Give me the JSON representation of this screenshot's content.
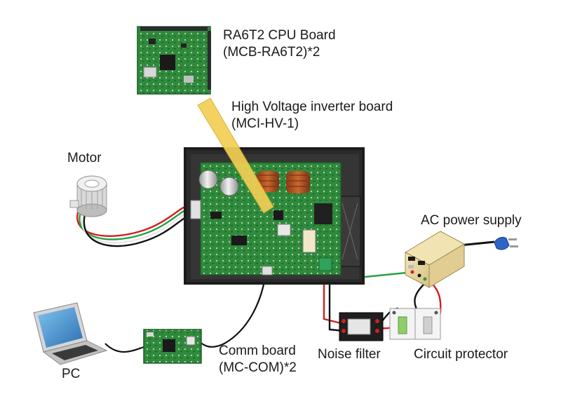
{
  "labels": {
    "cpu_board": {
      "line1": "RA6T2 CPU Board",
      "line2": "(MCB-RA6T2)*2"
    },
    "inverter_board": {
      "line1": "High Voltage inverter board",
      "line2": "(MCI-HV-1)"
    },
    "motor": "Motor",
    "ac_power_supply": "AC power supply",
    "noise_filter": "Noise filter",
    "circuit_protector": "Circuit protector",
    "comm_board": {
      "line1": "Comm board",
      "line2": "(MC-COM)*2"
    },
    "pc": "PC"
  },
  "colors": {
    "pcb_green": "#2f8a3c",
    "enclosure": "#1c1c1c",
    "highlight_beam": "#f2cf55",
    "ac_supply_body": "#e9d7a0",
    "plug_blue": "#2f63c8",
    "wire_red": "#d11f1f",
    "wire_green": "#28a048",
    "wire_black": "#111111"
  }
}
